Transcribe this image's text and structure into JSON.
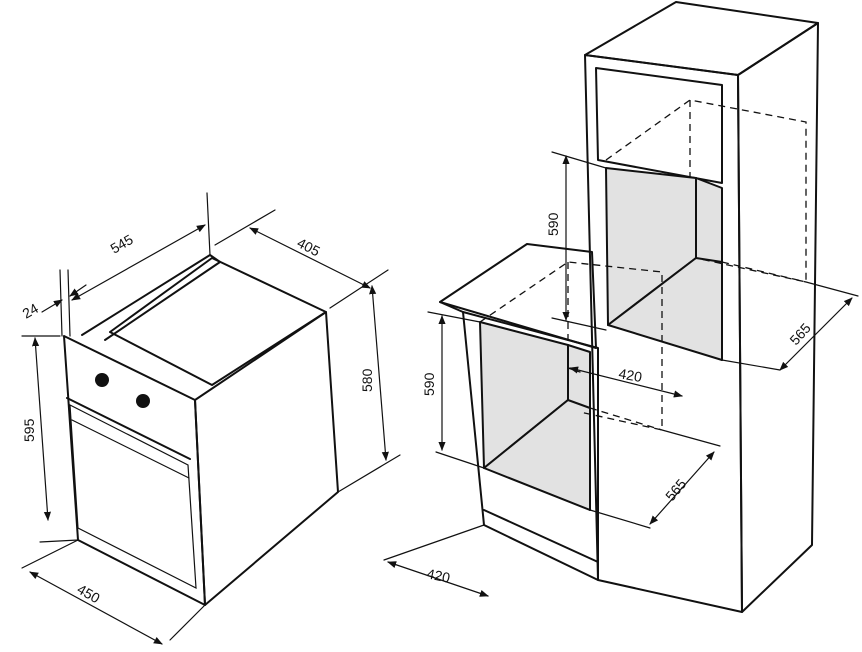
{
  "oven": {
    "depth_total": "545",
    "fascia_depth": "24",
    "body_depth": "405",
    "front_height": "595",
    "body_height": "580",
    "front_width": "450"
  },
  "install": {
    "column_niche_height": "590",
    "column_niche_width": "420",
    "column_niche_depth": "565",
    "counter_niche_height": "590",
    "counter_niche_width": "420",
    "counter_niche_depth": "565"
  },
  "colors": {
    "line": "#111111",
    "niche_fill": "#e2e2e2",
    "background": "#ffffff"
  }
}
